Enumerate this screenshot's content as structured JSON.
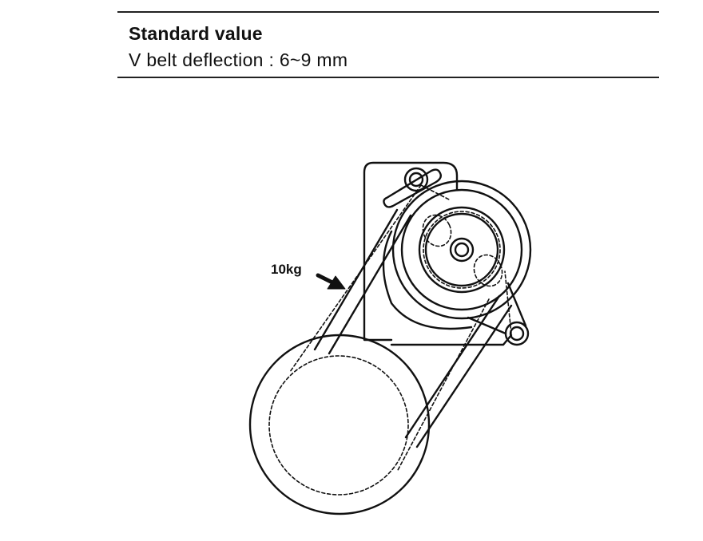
{
  "spec": {
    "title": "Standard value",
    "line": "V belt deflection : 6~9 mm"
  },
  "diagram": {
    "force_label": "10kg"
  },
  "colors": {
    "ink": "#111111",
    "background": "#ffffff"
  }
}
